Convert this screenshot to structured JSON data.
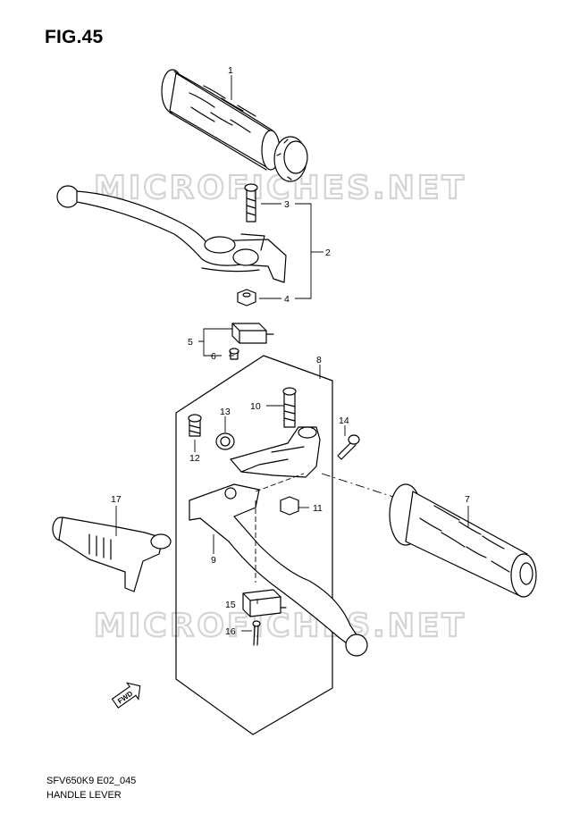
{
  "figure": {
    "title": "FIG.45"
  },
  "watermark": "MICROFICHES.NET",
  "callouts": {
    "c1": "1",
    "c2": "2",
    "c3": "3",
    "c4": "4",
    "c5": "5",
    "c6": "6",
    "c7": "7",
    "c8": "8",
    "c9": "9",
    "c10": "10",
    "c11": "11",
    "c12": "12",
    "c13": "13",
    "c14": "14",
    "c15": "15",
    "c16": "16",
    "c17": "17"
  },
  "fwd_badge": "FWD",
  "footer": {
    "model_code": "SFV650K9 E02_045",
    "section_name": "HANDLE LEVER"
  },
  "colors": {
    "line": "#000000",
    "watermark": "#d4d4d4",
    "background": "#ffffff"
  }
}
